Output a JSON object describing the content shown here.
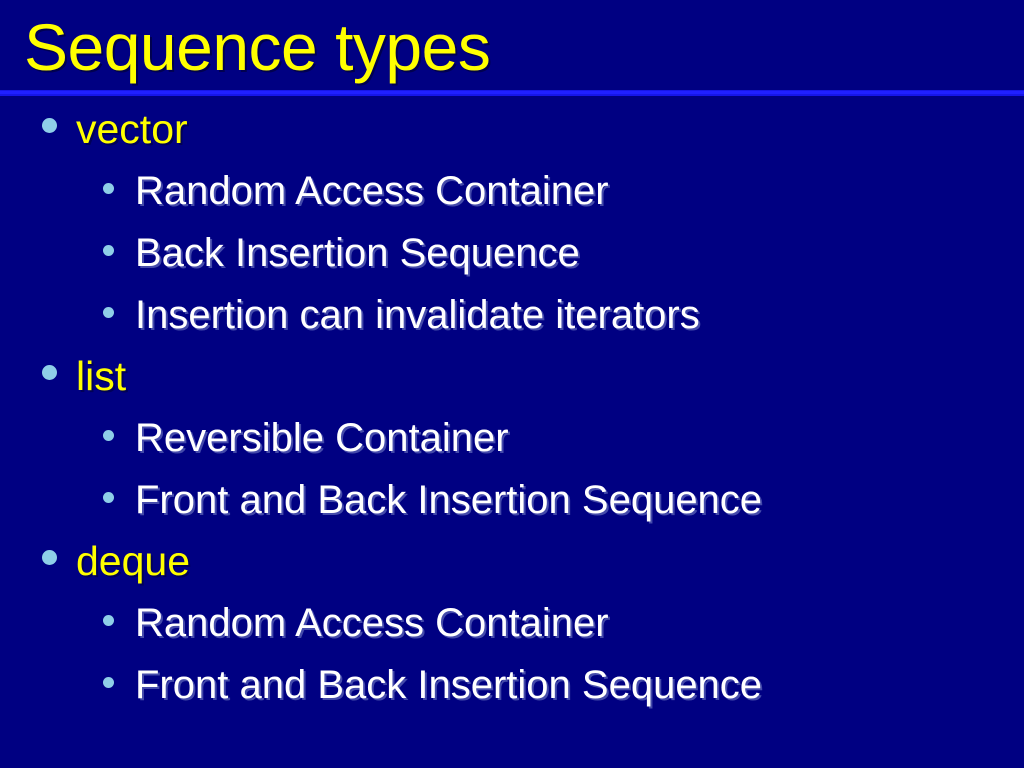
{
  "slide": {
    "title": "Sequence types",
    "background_color": "#000082",
    "rule_color": "#2020FF",
    "title_color": "#FFFF00",
    "level1_text_color": "#FFFF00",
    "level2_text_color": "#FFFFFF",
    "bullet_marker_color": "#8ECEE8",
    "items": [
      {
        "level": 1,
        "text": "vector"
      },
      {
        "level": 2,
        "text": "Random Access Container"
      },
      {
        "level": 2,
        "text": "Back Insertion Sequence"
      },
      {
        "level": 2,
        "text": "Insertion can invalidate iterators"
      },
      {
        "level": 1,
        "text": "list"
      },
      {
        "level": 2,
        "text": "Reversible Container"
      },
      {
        "level": 2,
        "text": "Front and Back Insertion Sequence"
      },
      {
        "level": 1,
        "text": "deque"
      },
      {
        "level": 2,
        "text": "Random Access Container"
      },
      {
        "level": 2,
        "text": "Front and Back Insertion Sequence"
      }
    ]
  }
}
